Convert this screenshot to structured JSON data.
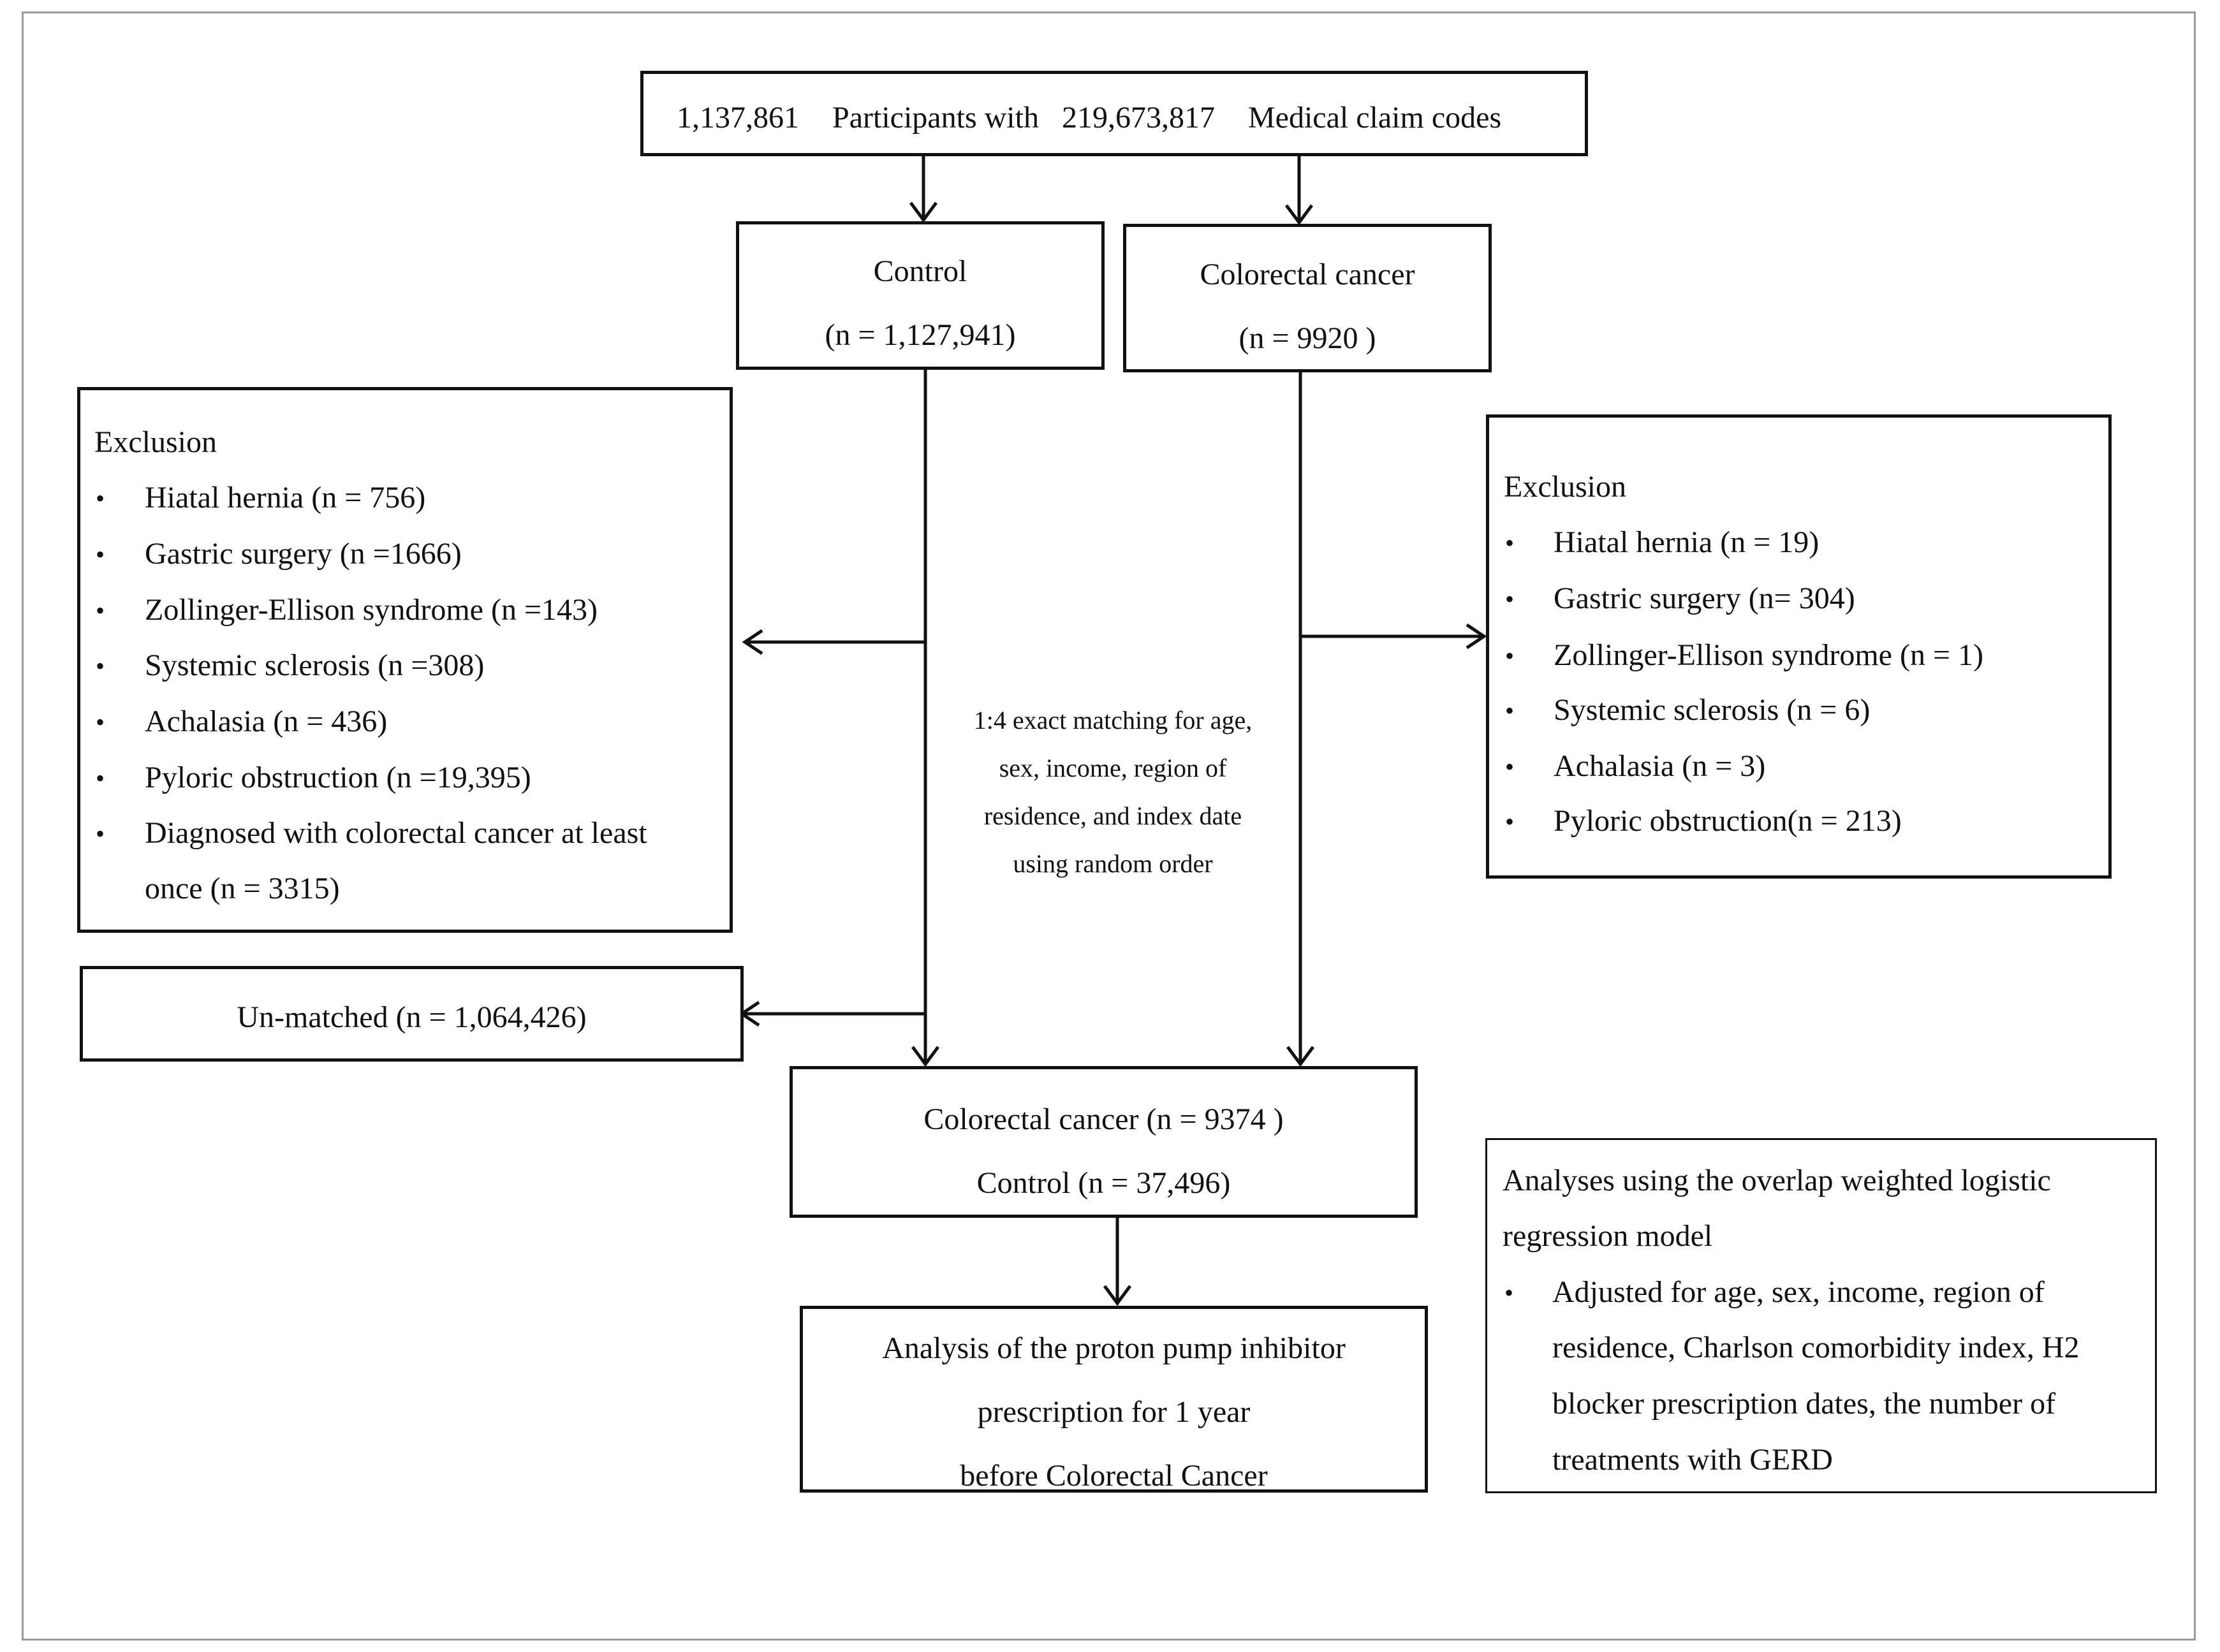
{
  "top_box": {
    "count": "1,137,861",
    "label1": "Participants with",
    "codes": "219,673,817",
    "label2": "Medical claim codes"
  },
  "control_box": {
    "title": "Control",
    "n": "(n = 1,127,941)"
  },
  "crc_box": {
    "title": "Colorectal cancer",
    "n": "(n = 9920 )"
  },
  "exclusion_left": {
    "heading": "Exclusion",
    "items": [
      "Hiatal hernia (n = 756)",
      "Gastric surgery (n =1666)",
      "Zollinger-Ellison syndrome (n =143)",
      "Systemic sclerosis (n =308)",
      "Achalasia (n = 436)",
      "Pyloric obstruction (n =19,395)",
      "Diagnosed with colorectal cancer at least",
      "once (n = 3315)"
    ]
  },
  "exclusion_right": {
    "heading": "Exclusion",
    "items": [
      "Hiatal hernia (n = 19)",
      "Gastric surgery (n= 304)",
      "Zollinger-Ellison syndrome (n = 1)",
      "Systemic sclerosis (n = 6)",
      "Achalasia (n = 3)",
      "Pyloric obstruction(n = 213)"
    ]
  },
  "matching_note": [
    "1:4 exact matching for age,",
    "sex, income, region of",
    "residence, and index date",
    "using random order"
  ],
  "unmatched_box": {
    "label": "Un-matched (n = 1,064,426)"
  },
  "matched_box": {
    "crc": "Colorectal cancer (n = 9374 )",
    "control": "Control (n = 37,496)"
  },
  "analysis_box": {
    "lines": [
      "Analysis of the proton pump inhibitor",
      "prescription for 1 year",
      "before Colorectal Cancer"
    ]
  },
  "analyses_note": {
    "lines": [
      "Analyses using the overlap weighted logistic",
      "regression model",
      "Adjusted for age, sex, income, region of",
      "residence, Charlson comorbidity index, H2",
      "blocker prescription dates, the number of",
      "treatments with GERD"
    ]
  }
}
